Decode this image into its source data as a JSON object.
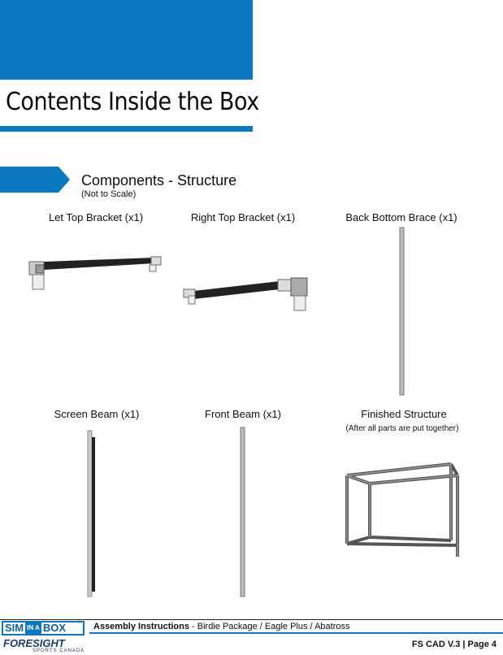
{
  "page": {
    "title": "Contents Inside the Box",
    "accent_color": "#0b78c2"
  },
  "section": {
    "title": "Components - Structure",
    "subtitle": "(Not to Scale)"
  },
  "components": [
    {
      "label": "Let Top Bracket (x1)",
      "icon": "left-top-bracket-illustration"
    },
    {
      "label": "Right Top Bracket (x1)",
      "icon": "right-top-bracket-illustration"
    },
    {
      "label": "Back Bottom Brace (x1)",
      "icon": "back-bottom-brace-illustration"
    },
    {
      "label": "Screen Beam (x1)",
      "icon": "screen-beam-illustration"
    },
    {
      "label": "Front Beam (x1)",
      "icon": "front-beam-illustration"
    },
    {
      "label": "Finished Structure",
      "note": "(After all parts are put together)",
      "icon": "finished-structure-illustration"
    }
  ],
  "footer": {
    "logo_left": "SIM",
    "logo_mid": "IN A",
    "logo_right": "BOX",
    "doc_title_bold": "Assembly Instructions",
    "doc_title_rest": " - Birdie Package / Eagle Plus / Abatross",
    "brand": "FORESIGHT",
    "brand_sub": "SPORTS CANADA",
    "page_info": "FS CAD V.3 | Page 4"
  }
}
